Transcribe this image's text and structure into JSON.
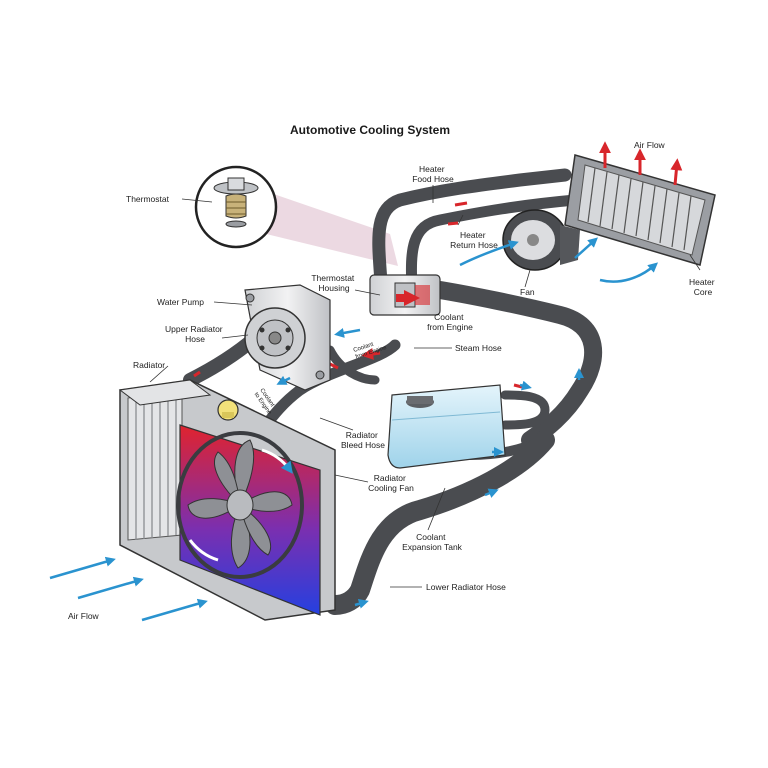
{
  "title": "Automotive Cooling System",
  "labels": {
    "thermostat": "Thermostat",
    "heater_food_hose": [
      "Heater",
      "Food Hose"
    ],
    "heater_return_hose": [
      "Heater",
      "Return Hose"
    ],
    "air_flow_top": "Air Flow",
    "fan": "Fan",
    "heater_core": [
      "Heater",
      "Core"
    ],
    "thermostat_housing": [
      "Thermostat",
      "Housing"
    ],
    "water_pump": "Water Pump",
    "coolant_from_engine": [
      "Coolant",
      "from Engine"
    ],
    "coolant_from_engine_small": [
      "Coolant",
      "from Engine"
    ],
    "upper_radiator_hose": [
      "Upper Radiator",
      "Hose"
    ],
    "steam_hose": "Steam Hose",
    "radiator": "Radiator",
    "coolant_to_engine": [
      "Coolant",
      "to Engine"
    ],
    "radiator_bleed_hose": [
      "Radiator",
      "Bleed Hose"
    ],
    "radiator_cooling_fan": [
      "Radiator",
      "Cooling Fan"
    ],
    "coolant_expansion_tank": [
      "Coolant",
      "Expansion Tank"
    ],
    "lower_radiator_hose": "Lower Radiator Hose",
    "air_flow_bottom": "Air Flow"
  },
  "colors": {
    "hose": "#4a4c50",
    "hose_highlight": "#6a6c70",
    "hot_arrow": "#d8262b",
    "cool_arrow": "#2a93cf",
    "tank": "#bfe3f2",
    "radiator_hot": "#d8262b",
    "radiator_cool": "#2a3fd6",
    "zoom_cone": "#d9b8c8"
  }
}
